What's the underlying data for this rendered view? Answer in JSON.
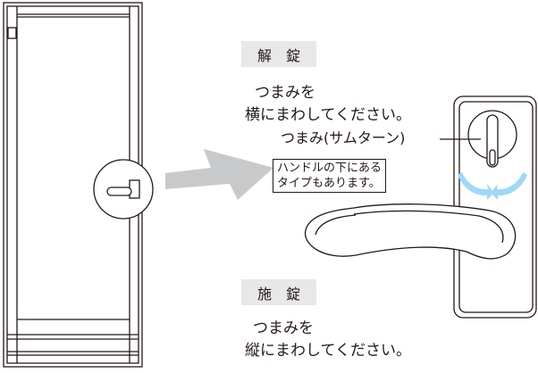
{
  "unlock": {
    "title": "解　錠",
    "line1": "つまみを",
    "line2": "横にまわしてください。"
  },
  "lock": {
    "title": "施　錠",
    "line1": "つまみを",
    "line2": "縦にまわしてください。"
  },
  "knob_label": "つまみ(サムターン)",
  "note": {
    "line1": "ハンドルの下にある",
    "line2": "タイプもあります。"
  },
  "colors": {
    "ink": "#231815",
    "arrow_fill": "#c8c9ca",
    "rotate_arrow": "#9fd9f6",
    "tag_bg": "#e8e8e8"
  }
}
